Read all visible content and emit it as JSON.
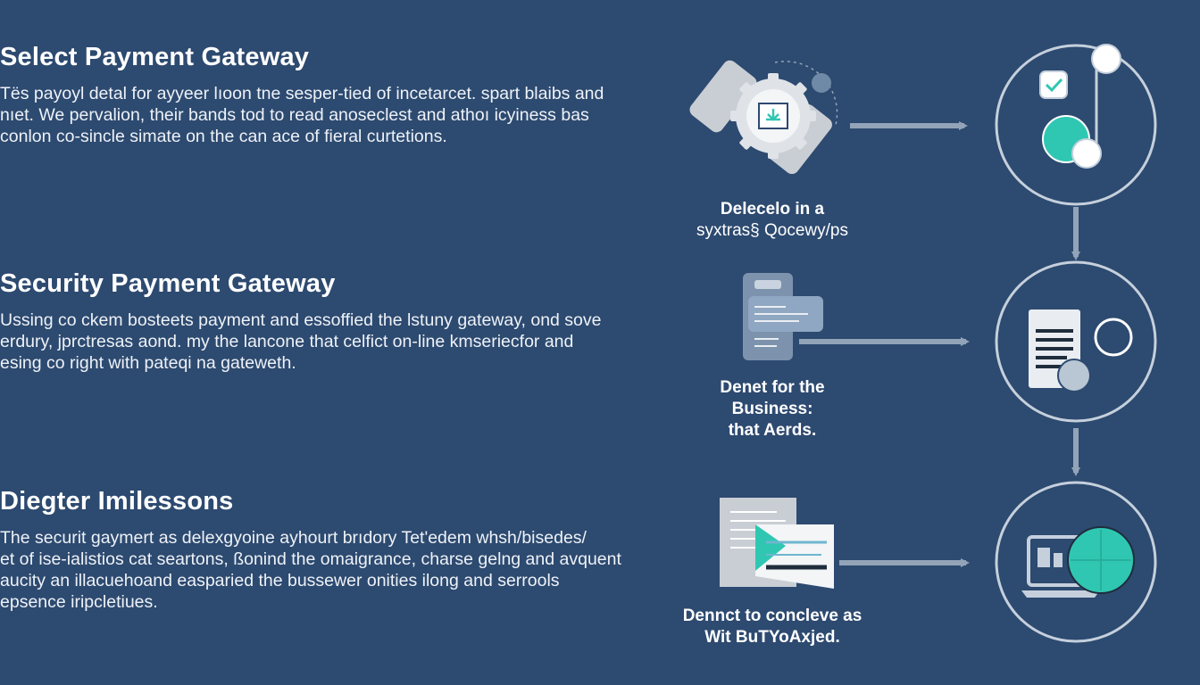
{
  "sections": [
    {
      "title": "Select Payment Gateway",
      "lines": [
        "Tës payoyl detal for ayyeer lıoon tne sesper-tied of incetarcet. spart blaibs and",
        "nıet. We pervalion, their bands tod to read anoseclest and athoı icyiness bas",
        "conlon co-sincle simate on the can ace of fieral curtetions."
      ]
    },
    {
      "title": "Security Payment Gateway",
      "lines": [
        "Ussing co ckem bosteets payment and essoffied the lstuny gateway, ond sove",
        "erdury, jprctresas aond. my the lancone that celfict on-line kmseriecfor and",
        "esing co right with pateqi na gateweth."
      ]
    },
    {
      "title": "Diegter Imilessons",
      "lines": [
        "The securit gaymert as delexgyoine ayhourt brıdory Tet'edem whsh/bisedes/",
        "et of ise-ialistios cat seartons, ßonind the omaigrance, charse gelng and avquent",
        "aucity an illacuehoand easparied the bussewer onities ilong and serrools",
        "epsence iripcletiues."
      ]
    }
  ],
  "captions": [
    {
      "lines": [
        "Delecelo in a",
        "syxtras§ Qocewy/ps"
      ]
    },
    {
      "lines": [
        "Denet for the",
        "Business:",
        "that Aerds."
      ]
    },
    {
      "lines": [
        "Dennct to concleve as",
        "Wit BuTYoAxjed."
      ]
    }
  ],
  "colors": {
    "background": "#2d4a70",
    "ring": "#c5d0dc",
    "arrow": "#93a4b8",
    "teal": "#2fc7b2",
    "light_gray": "#c9ced4",
    "paper": "#e9edf2",
    "doc_blue": "#7d93ad"
  },
  "icons": [
    "gear-icon",
    "checkmark-icon",
    "document-icon",
    "message-icon",
    "monitor-icon"
  ]
}
